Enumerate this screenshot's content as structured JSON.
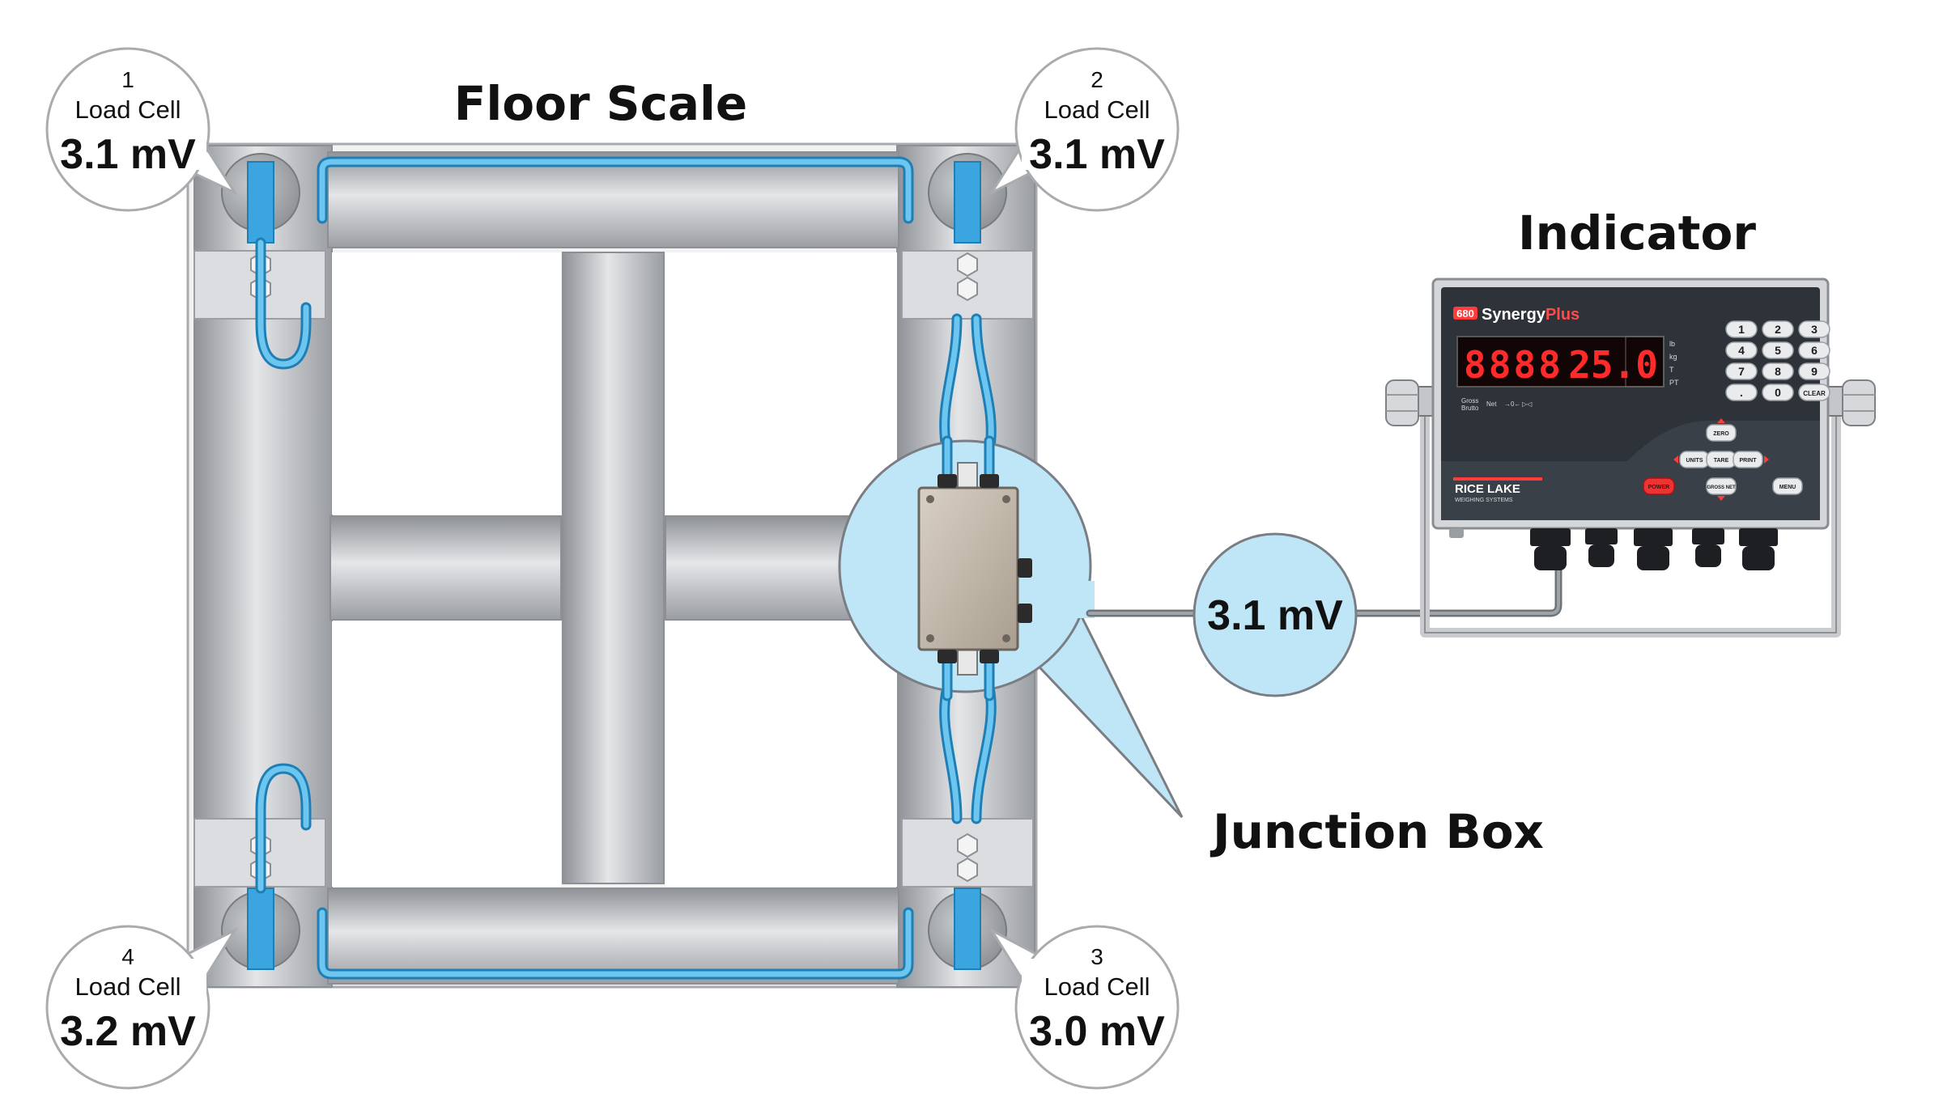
{
  "titles": {
    "floor_scale": "Floor Scale",
    "indicator": "Indicator",
    "junction_box": "Junction Box"
  },
  "load_cells": [
    {
      "number": "1",
      "label": "Load Cell",
      "value": "3.1 mV"
    },
    {
      "number": "2",
      "label": "Load Cell",
      "value": "3.1 mV"
    },
    {
      "number": "3",
      "label": "Load Cell",
      "value": "3.0 mV"
    },
    {
      "number": "4",
      "label": "Load Cell",
      "value": "3.2 mV"
    }
  ],
  "indicator_signal": "3.1 mV",
  "indicator_panel": {
    "model_badge": "680",
    "model_name": "Synergy",
    "model_suffix": "Plus",
    "display_value": "25.0",
    "units": [
      "lb",
      "kg",
      "T",
      "PT"
    ],
    "annunciators": [
      "Gross",
      "Brutto",
      "Net",
      "→0←",
      "▷◁"
    ],
    "keypad": [
      "1",
      "2",
      "3",
      "4",
      "5",
      "6",
      "7",
      "8",
      "9",
      ".",
      "0",
      "CLEAR"
    ],
    "nav_keys": {
      "zero": "ZERO",
      "units": "UNITS",
      "tare": "TARE",
      "print": "PRINT",
      "gross_net": "GROSS NET",
      "menu": "MENU",
      "power": "POWER"
    },
    "brand": "RICE LAKE",
    "brand_sub": "WEIGHING SYSTEMS"
  },
  "colors": {
    "cable": "#4fb3e6",
    "bubble": "#bfe6f7",
    "steel": "#b8bbbf",
    "led": "#ff2a2a",
    "indicator_body": "#2e3339"
  }
}
